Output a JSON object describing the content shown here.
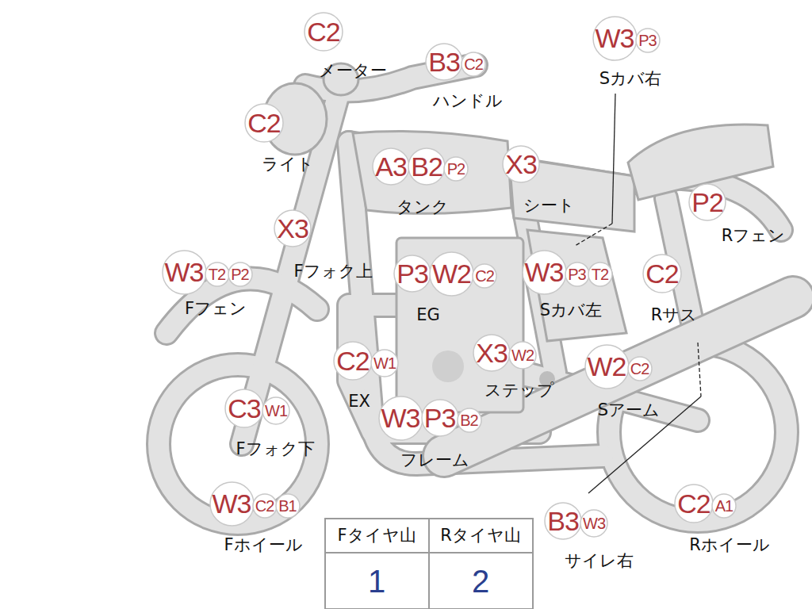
{
  "diagram": {
    "nodes": [
      {
        "text": [
          "C2"
        ]
      },
      {
        "text": [
          "W3"
        ]
      },
      {
        "text": [
          "P3"
        ]
      },
      {
        "text": [
          "B3"
        ]
      },
      {
        "text": [
          "C2"
        ]
      },
      {
        "text": [
          "C2"
        ]
      },
      {
        "text": [
          "A3"
        ]
      },
      {
        "text": [
          "B2"
        ]
      },
      {
        "text": [
          "P2"
        ]
      },
      {
        "text": [
          "X3"
        ]
      },
      {
        "text": [
          "P2"
        ]
      },
      {
        "text": [
          "X3"
        ]
      },
      {
        "text": [
          "W3"
        ]
      },
      {
        "text": [
          "T2"
        ]
      },
      {
        "text": [
          "P2"
        ]
      },
      {
        "text": [
          "P3"
        ]
      },
      {
        "text": [
          "W2"
        ]
      },
      {
        "text": [
          "C2"
        ]
      },
      {
        "text": [
          "W3"
        ]
      },
      {
        "text": [
          "P3"
        ]
      },
      {
        "text": [
          "T2"
        ]
      },
      {
        "text": [
          "C2"
        ]
      },
      {
        "text": [
          "X3"
        ]
      },
      {
        "text": [
          "W2"
        ]
      },
      {
        "text": [
          "C2"
        ]
      },
      {
        "text": [
          "W1"
        ]
      },
      {
        "text": [
          "W2"
        ]
      },
      {
        "text": [
          "C2"
        ]
      },
      {
        "text": [
          "C3"
        ]
      },
      {
        "text": [
          "W1"
        ]
      },
      {
        "text": [
          "W3"
        ]
      },
      {
        "text": [
          "P3"
        ]
      },
      {
        "text": [
          "B2"
        ]
      },
      {
        "text": [
          "W3"
        ]
      },
      {
        "text": [
          "C2"
        ]
      },
      {
        "text": [
          "B1"
        ]
      },
      {
        "text": [
          "C2"
        ]
      },
      {
        "text": [
          "A1"
        ]
      },
      {
        "text": [
          "B3"
        ]
      },
      {
        "text": [
          "W3"
        ]
      }
    ],
    "labels": [
      "メーター",
      "ハンドル",
      "Sカバ右",
      "ライト",
      "タンク",
      "シート",
      "Rフェン",
      "Fフォク上",
      "Fフェン",
      "EG",
      "Sカバ左",
      "Rサス",
      "EX",
      "ステップ",
      "Sアーム",
      "Fフォク下",
      "フレーム",
      "Fホイール",
      "サイレ右",
      "Rホイール",
      "Fタイヤ山",
      "Rタイヤ山",
      "1",
      "2"
    ]
  }
}
